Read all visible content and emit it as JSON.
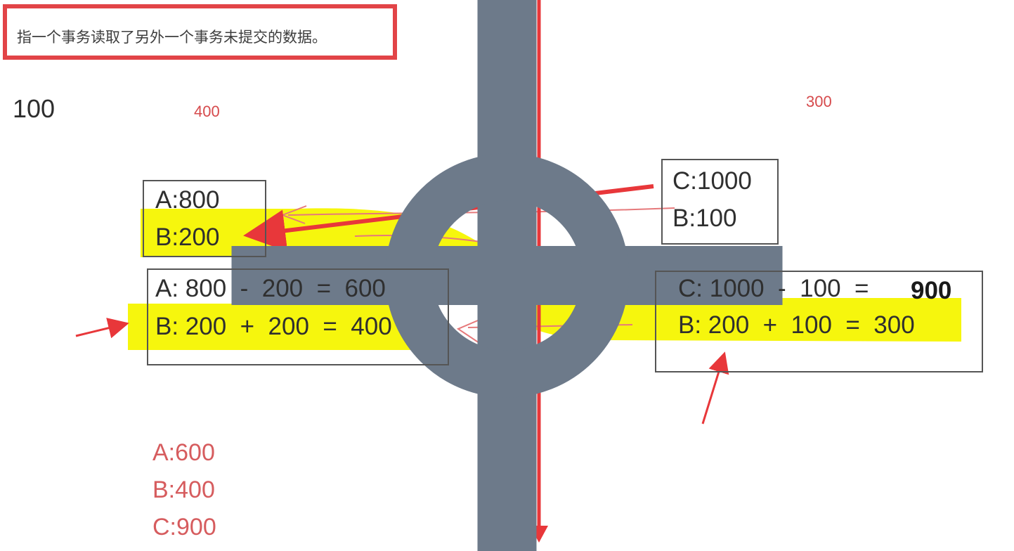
{
  "headline": {
    "text": "指一个事务读取了另外一个事务未提交的数据。"
  },
  "annotations": {
    "top_left_value": "100",
    "left_red_value": "400",
    "right_red_value": "300"
  },
  "left_initial_box": {
    "line_a": "A:800",
    "line_b": "B:200"
  },
  "left_calc_box": {
    "line_a": "A: 800  -  200  =  600",
    "line_b": "B: 200  +  200  =  400"
  },
  "right_initial_box": {
    "line_c": "C:1000",
    "line_b": "B:100"
  },
  "right_calc_box": {
    "line_c_prefix": "C: 1000  -  100  =",
    "line_c_result": "900",
    "line_b": "B: 200  +  100  =  300"
  },
  "final_values": {
    "a": "A:600",
    "b": "B:400",
    "c": "C:900"
  },
  "colors": {
    "highlight": "#f5f500",
    "arrow_red": "#e8373a",
    "summary_red": "#d65c5e",
    "box_border": "#555555"
  }
}
